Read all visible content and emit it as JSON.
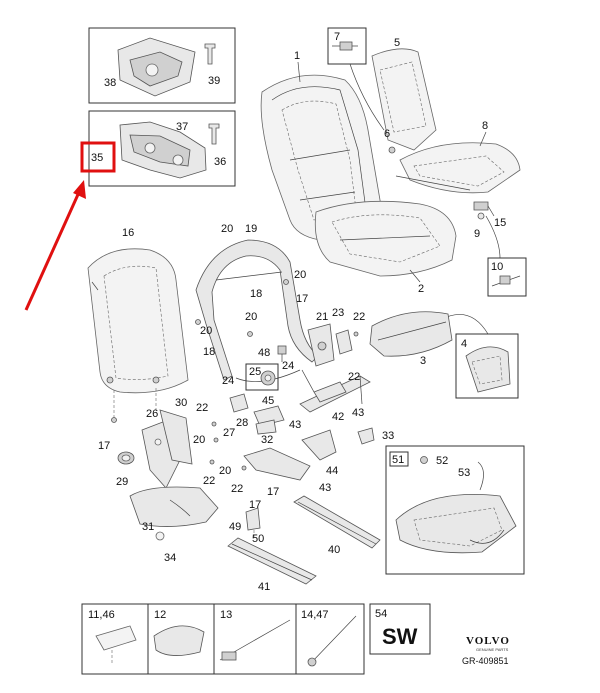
{
  "callouts": {
    "c1": "1",
    "c2": "2",
    "c3": "3",
    "c4": "4",
    "c5": "5",
    "c6": "6",
    "c7": "7",
    "c8": "8",
    "c9": "9",
    "c10": "10",
    "c15": "15",
    "c16": "16",
    "c17a": "17",
    "c17b": "17",
    "c17c": "17",
    "c17d": "17",
    "c18a": "18",
    "c18b": "18",
    "c19": "19",
    "c20a": "20",
    "c20b": "20",
    "c20c": "20",
    "c20d": "20",
    "c20e": "20",
    "c20f": "20",
    "c21": "21",
    "c22a": "22",
    "c22b": "22",
    "c22c": "22",
    "c22d": "22",
    "c22e": "22",
    "c23": "23",
    "c24a": "24",
    "c24b": "24",
    "c25": "25",
    "c26": "26",
    "c27": "27",
    "c28": "28",
    "c29": "29",
    "c30": "30",
    "c31": "31",
    "c32": "32",
    "c33": "33",
    "c34": "34",
    "c35": "35",
    "c36": "36",
    "c37": "37",
    "c38": "38",
    "c39": "39",
    "c40": "40",
    "c41": "41",
    "c42": "42",
    "c43a": "43",
    "c43b": "43",
    "c43c": "43",
    "c44": "44",
    "c45": "45",
    "c48": "48",
    "c49": "49",
    "c50": "50",
    "c51": "51",
    "c52": "52",
    "c53": "53"
  },
  "legend": {
    "cell1": "11,46",
    "cell2": "12",
    "cell3": "13",
    "cell4": "14,47",
    "cell5_num": "54",
    "cell5_code": "SW"
  },
  "brand": {
    "logo_text": "VOLVO",
    "logo_sub": "GENUINE PARTS",
    "drawing_number": "GR-409851"
  },
  "highlight": {
    "callout": "35",
    "color": "#e01010"
  }
}
